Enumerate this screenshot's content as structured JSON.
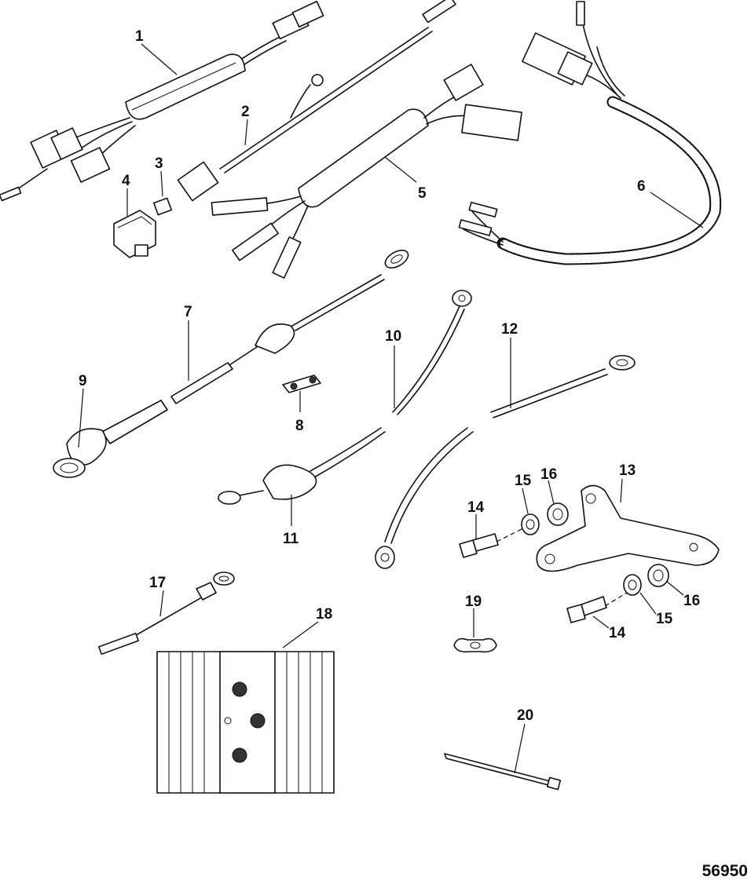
{
  "figure_id": "56950",
  "callouts": [
    {
      "id": "c1",
      "label": "1"
    },
    {
      "id": "c2",
      "label": "2"
    },
    {
      "id": "c3",
      "label": "3"
    },
    {
      "id": "c4",
      "label": "4"
    },
    {
      "id": "c5",
      "label": "5"
    },
    {
      "id": "c6",
      "label": "6"
    },
    {
      "id": "c7",
      "label": "7"
    },
    {
      "id": "c8",
      "label": "8"
    },
    {
      "id": "c9",
      "label": "9"
    },
    {
      "id": "c10",
      "label": "10"
    },
    {
      "id": "c11",
      "label": "11"
    },
    {
      "id": "c12",
      "label": "12"
    },
    {
      "id": "c13",
      "label": "13"
    },
    {
      "id": "c14a",
      "label": "14"
    },
    {
      "id": "c14b",
      "label": "14"
    },
    {
      "id": "c15a",
      "label": "15"
    },
    {
      "id": "c15b",
      "label": "15"
    },
    {
      "id": "c16a",
      "label": "16"
    },
    {
      "id": "c16b",
      "label": "16"
    },
    {
      "id": "c17",
      "label": "17"
    },
    {
      "id": "c18",
      "label": "18"
    },
    {
      "id": "c19",
      "label": "19"
    },
    {
      "id": "c20",
      "label": "20"
    }
  ]
}
